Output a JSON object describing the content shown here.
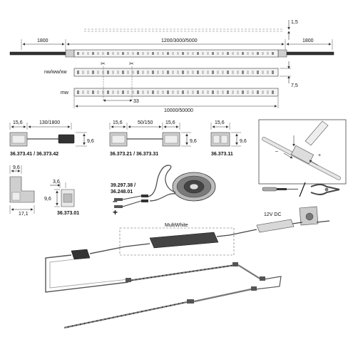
{
  "top_dims": {
    "left_lead": "1800",
    "lengths": "1200/3000/5000",
    "right_lead": "1800",
    "thickness": "1,5",
    "width": "7,5",
    "cut_unit": "33",
    "reel": "10000/50000"
  },
  "strips": {
    "row1_label": "nw/ww/xw",
    "row2_label": "mw"
  },
  "connectors": {
    "c1": {
      "w": "15,6",
      "lead": "130/1800",
      "h": "9,6",
      "part": "36.373.41 / 36.373.42"
    },
    "c2": {
      "w1": "15,6",
      "mid": "50/150",
      "w2": "15,6",
      "h": "9,6",
      "part": "36.373.21 / 36.373.31"
    },
    "c3": {
      "w": "15,6",
      "h": "9,6",
      "part": "36.373.11"
    },
    "corner": {
      "w": "9,6",
      "side": "17,1"
    },
    "clip": {
      "w": "3,6",
      "h": "9,6",
      "part": "36.373.01"
    }
  },
  "reel": {
    "part_line1": "39.297.38 /",
    "part_line2": "36.248.01",
    "minus": "–",
    "plus": "+"
  },
  "cutting": {
    "minus": "–",
    "plus": "+"
  },
  "system": {
    "controller_label": "MultiWhite",
    "psu_label": "12V DC"
  },
  "colors": {
    "line": "#333333",
    "strip": "#f4f4f4",
    "dark": "#333333"
  }
}
